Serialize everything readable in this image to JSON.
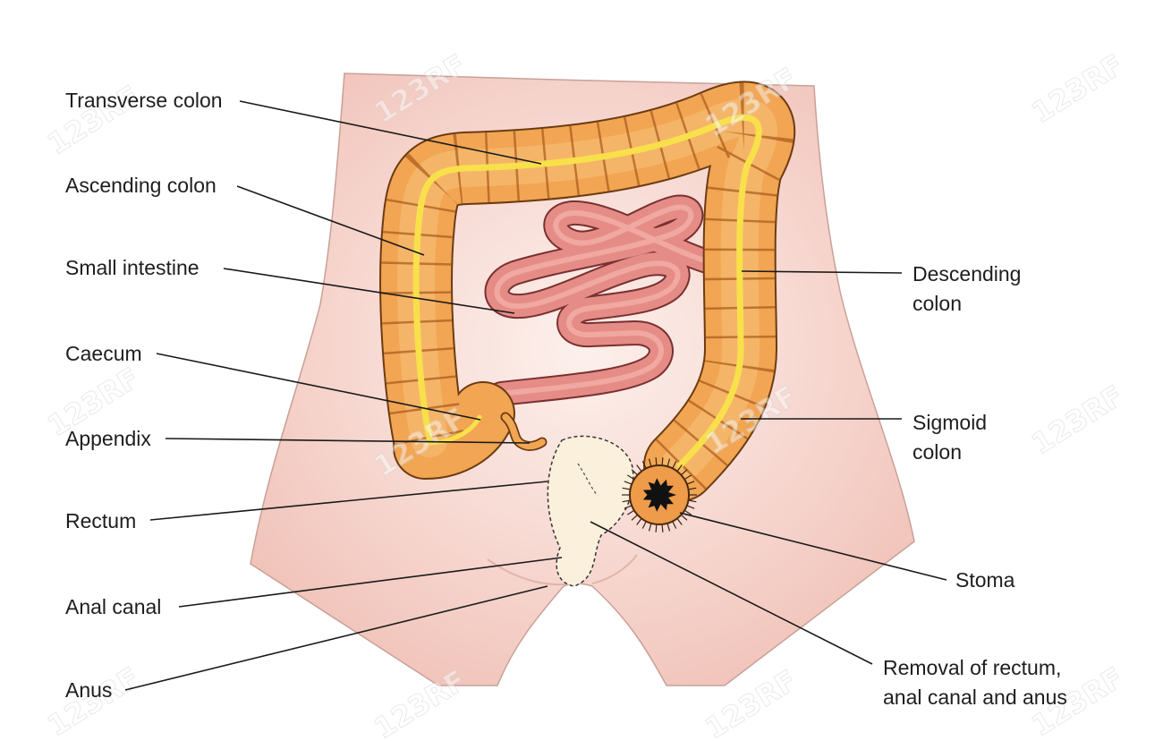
{
  "labels": {
    "transverse_colon": "Transverse colon",
    "ascending_colon": "Ascending colon",
    "small_intestine": "Small intestine",
    "caecum": "Caecum",
    "appendix": "Appendix",
    "rectum": "Rectum",
    "anal_canal": "Anal canal",
    "anus": "Anus",
    "descending_colon": [
      "Descending",
      "colon"
    ],
    "sigmoid_colon": [
      "Sigmoid",
      "colon"
    ],
    "stoma": "Stoma",
    "removal": [
      "Removal of rectum,",
      "anal canal and anus"
    ]
  },
  "watermark": {
    "text": "123RF"
  },
  "colors": {
    "skin": "#f4cdc4",
    "colon": "#f2a552",
    "colon_outline": "#6b3c12",
    "colon_center": "#f8e04b",
    "small_intestine": "#e58c87",
    "removed_area": "#fbf0dc",
    "stoma_lumen": "#111111"
  }
}
